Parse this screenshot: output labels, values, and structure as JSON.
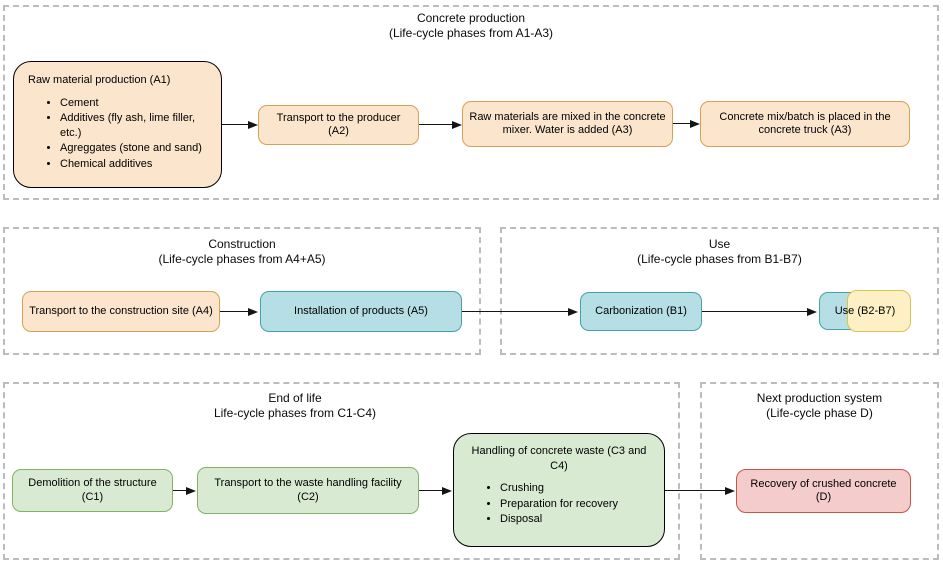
{
  "sections": {
    "production": {
      "title": "Concrete production",
      "subtitle": "(Life-cycle phases from A1-A3)",
      "raw_material": {
        "title": "Raw material production (A1)",
        "bullets": [
          "Cement",
          "Additives (fly ash, lime filler, etc.)",
          "Agreggates (stone and sand)",
          "Chemical additives"
        ]
      },
      "transport_producer": "Transport to the producer (A2)",
      "mixing": "Raw materials are mixed in the concrete mixer. Water is added (A3)",
      "truck": "Concrete mix/batch is placed in the concrete truck (A3)"
    },
    "construction": {
      "title": "Construction",
      "subtitle": "(Life-cycle phases from A4+A5)",
      "transport_site": "Transport to the construction site (A4)",
      "installation": "Installation of products (A5)"
    },
    "use": {
      "title": "Use",
      "subtitle": "(Life-cycle phases from B1-B7)",
      "carbonization": "Carbonization (B1)",
      "use_phase": "Use (B2-B7)"
    },
    "end_of_life": {
      "title": "End of life",
      "subtitle": "Life-cycle phases from C1-C4)",
      "demolition": "Demolition of the structure (C1)",
      "transport_waste": "Transport to the waste handling facility (C2)",
      "handling": {
        "title": "Handling of concrete waste (C3 and C4)",
        "bullets": [
          "Crushing",
          "Preparation for recovery",
          "Disposal"
        ]
      }
    },
    "next_production": {
      "title": "Next production system",
      "subtitle": "(Life-cycle phase D)",
      "recovery": "Recovery of crushed concrete (D)"
    }
  },
  "colors": {
    "peach_fill": "#fce5cd",
    "peach_border": "#d6a055",
    "teal_fill": "#b5dfe4",
    "teal_border": "#42a2ad",
    "yellow_fill": "#fdf0c5",
    "yellow_border": "#ddc04f",
    "green_fill": "#d9ead3",
    "green_border": "#81b266",
    "red_fill": "#f4cccc",
    "red_border": "#c9544a"
  }
}
